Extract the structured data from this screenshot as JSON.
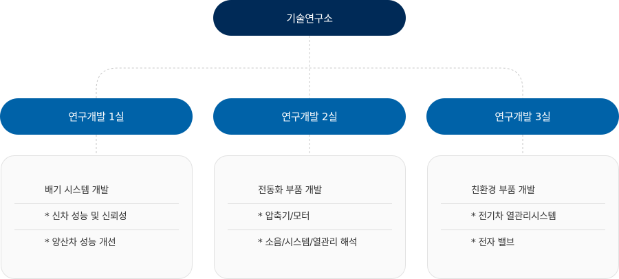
{
  "root": {
    "label": "기술연구소"
  },
  "departments": [
    {
      "label": "연구개발 1실",
      "items": [
        "배기 시스템 개발",
        "* 신차 성능 및 신뢰성",
        "* 양산차 성능 개선"
      ]
    },
    {
      "label": "연구개발 2실",
      "items": [
        "전동화 부품 개발",
        "* 압축기/모터",
        "* 소음/시스템/열관리 해석"
      ]
    },
    {
      "label": "연구개발 3실",
      "items": [
        "친환경 부품 개발",
        "* 전기차 열관리시스템",
        "* 전자 밸브"
      ]
    }
  ],
  "colors": {
    "root": "#002a57",
    "department": "#0062a8",
    "card_background": "#fafafa",
    "connector": "#c8c8c8"
  }
}
